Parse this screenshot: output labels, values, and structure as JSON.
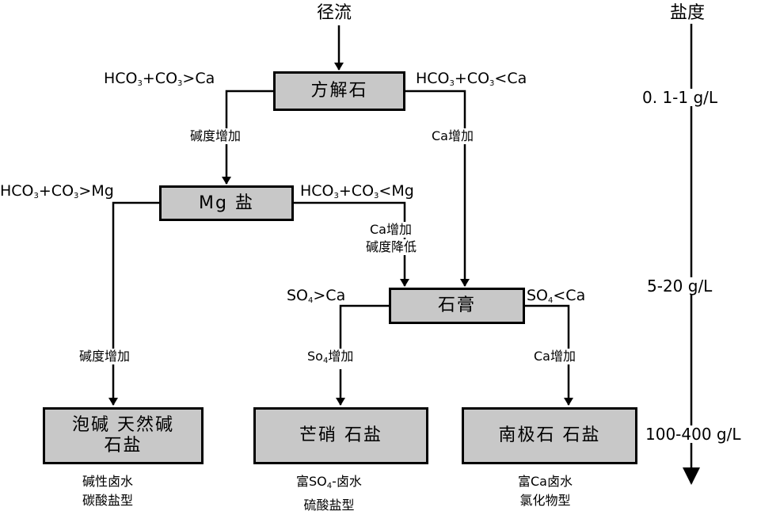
{
  "top_input": "径流",
  "salinity_axis": {
    "title": "盐度",
    "levels": [
      "0. 1-1 g/L",
      "5-20 g/L",
      "100-400 g/L"
    ]
  },
  "nodes": {
    "calcite": "方解石",
    "mg_salt": "Mg 盐",
    "gypsum": "石膏",
    "final_1_line1": "泡碱 天然碱",
    "final_1_line2": "石盐",
    "final_2": "芒硝 石盐",
    "final_3": "南极石 石盐"
  },
  "conditions": {
    "calcite_left": "HCO3+CO3>Ca",
    "calcite_right": "HCO3+CO3<Ca",
    "mg_left": "HCO3+CO3>Mg",
    "mg_right": "HCO3+CO3<Mg",
    "gypsum_left": "SO4>Ca",
    "gypsum_right": "SO4<Ca"
  },
  "arrow_labels": {
    "alk_inc_1": "碱度增加",
    "ca_inc_1": "Ca增加",
    "ca_inc_2": "Ca增加",
    "alk_dec": "碱度降低",
    "alk_inc_2": "碱度增加",
    "so4_inc": "So4增加",
    "ca_inc_3": "Ca增加"
  },
  "captions": {
    "c1_line1": "碱性卤水",
    "c1_line2": "碳酸盐型",
    "c2_line1": "富SO4-卤水",
    "c2_line2": "硫酸盐型",
    "c3_line1": "富Ca卤水",
    "c3_line2": "氯化物型"
  },
  "colors": {
    "box_fill": "#c8c8c8",
    "line": "#000000"
  }
}
